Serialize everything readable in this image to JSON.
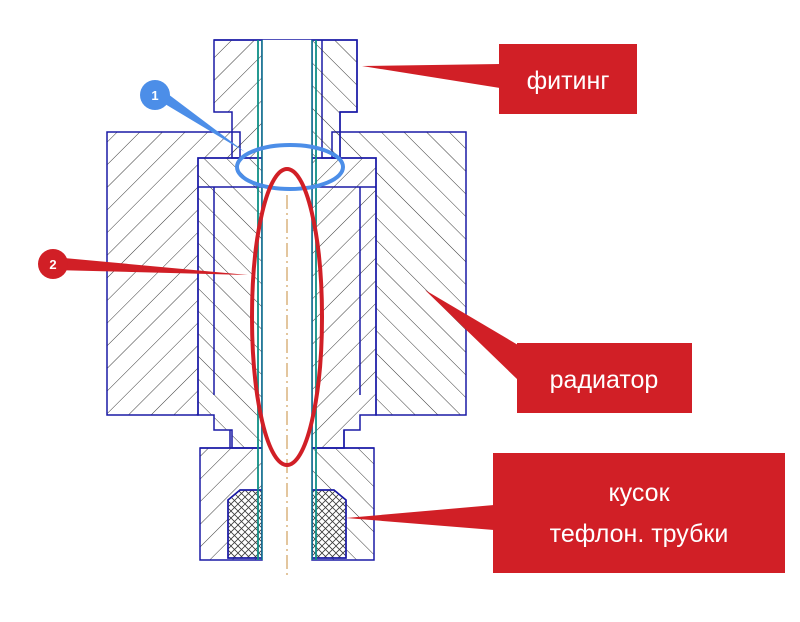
{
  "labels": {
    "fitting": "фитинг",
    "radiator": "радиатор",
    "tube_line1": "кусок",
    "tube_line2": "тефлон. трубки"
  },
  "markers": {
    "marker1": "1",
    "marker2": "2"
  },
  "colors": {
    "outline": "#1a1aa6",
    "hatch": "#3a3a3a",
    "tube_line": "#0e8f86",
    "axis": "#d4a76a",
    "callout_red": "#d11f26",
    "callout_blue": "#4c8ee8"
  }
}
